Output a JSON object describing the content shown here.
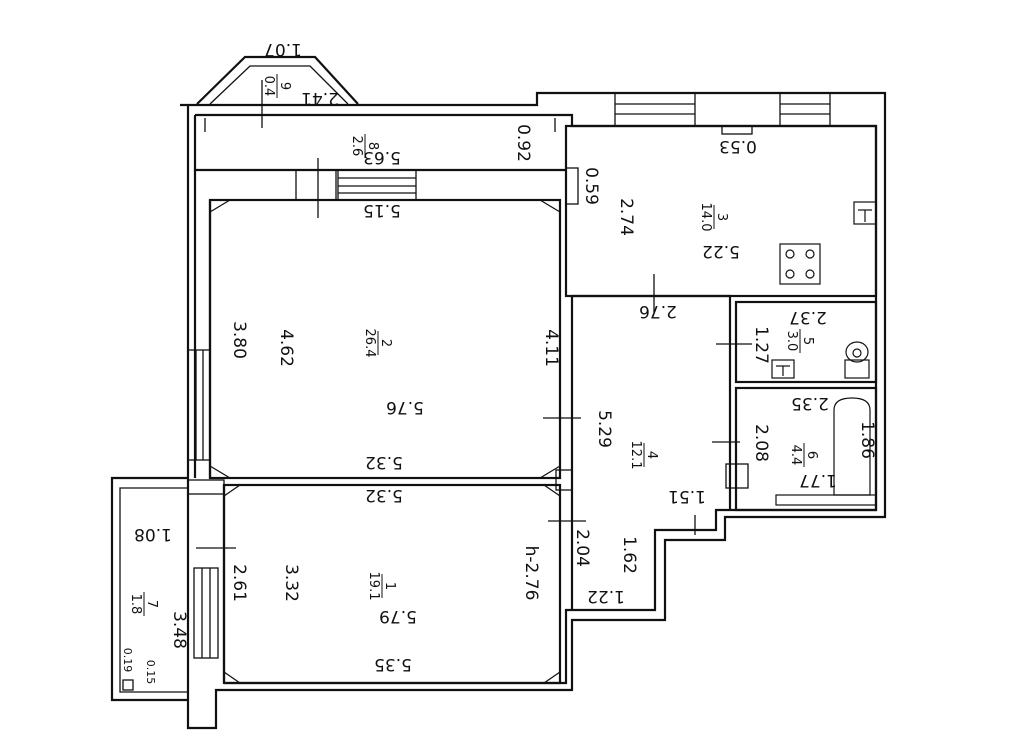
{
  "rooms": [
    {
      "number": "1",
      "area": "19.1"
    },
    {
      "number": "2",
      "area": "26.4"
    },
    {
      "number": "3",
      "area": "14.0"
    },
    {
      "number": "4",
      "area": "12.1"
    },
    {
      "number": "5",
      "area": "3.0"
    },
    {
      "number": "6",
      "area": "4.4"
    },
    {
      "number": "7",
      "area": "1.8"
    },
    {
      "number": "8",
      "area": "2.6"
    },
    {
      "number": "9",
      "area": "0.4"
    }
  ],
  "dims": {
    "bay_width": "1.07",
    "bay_diag": "2.41",
    "loggia8_length": "5.63",
    "loggia8_depth": "0.92",
    "room2_top": "5.15",
    "room2_left": "4.62",
    "room2_outer": "3.80",
    "room2_right": "4.11",
    "room2_mid": "5.76",
    "room2_bottom": "5.32",
    "room1_top": "5.32",
    "room1_left": "3.32",
    "room1_outer": "2.61",
    "room1_mid": "5.79",
    "room1_bottom": "5.35",
    "ceiling_height": "h-2.76",
    "loggia7_width": "1.08",
    "loggia7_length": "3.48",
    "loggia7_small_a": "0.19",
    "loggia7_small_b": "0.15",
    "kitchen_niche": "0.53",
    "kitchen_pillar": "0.59",
    "kitchen_depth": "2.74",
    "kitchen_length": "5.22",
    "hall_top": "2.76",
    "hall_length": "5.29",
    "hall_lower": "2.04",
    "hall_side": "1.62",
    "hall_bottom": "1.22",
    "hall_step": "1.51",
    "wc_width": "2.37",
    "wc_depth": "1.27",
    "bath_width": "2.35",
    "bath_depth": "2.08",
    "bath_tub": "1.86",
    "bath_bottom": "1.77"
  }
}
